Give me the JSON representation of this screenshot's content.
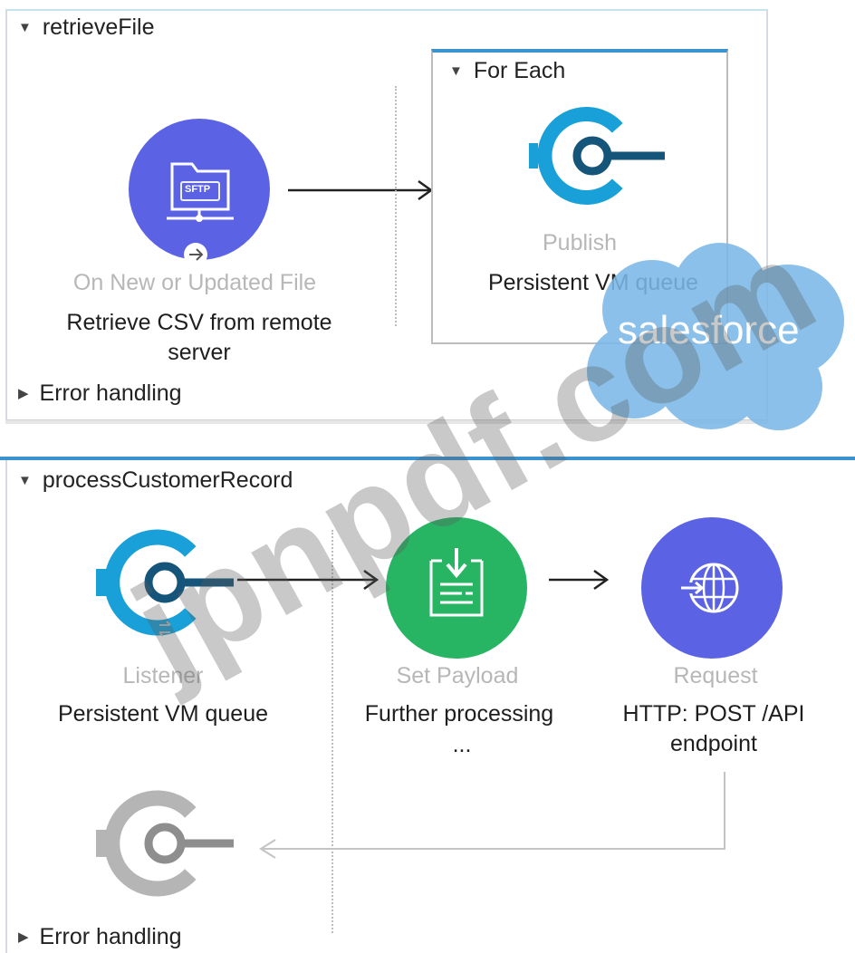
{
  "flows": {
    "retrieve": {
      "title": "retrieveFile",
      "error_label": "Error handling",
      "trigger": {
        "type_label": "On New or Updated File",
        "name": "Retrieve CSV from remote server",
        "icon": "sftp-folder-icon",
        "icon_text": "SFTP",
        "color": "#5b63e4"
      },
      "scope": {
        "title": "For Each"
      },
      "publish": {
        "type_label": "Publish",
        "name": "Persistent VM queue",
        "color": "#1aa0d8"
      }
    },
    "process": {
      "title": "processCustomerRecord",
      "error_label": "Error handling",
      "listener": {
        "type_label": "Listener",
        "name": "Persistent VM queue",
        "color": "#1aa0d8"
      },
      "set_payload": {
        "type_label": "Set Payload",
        "name": "Further processing",
        "ellipsis": "...",
        "color": "#27b564"
      },
      "request": {
        "type_label": "Request",
        "name": "HTTP: POST /API endpoint",
        "color": "#5b63e4"
      }
    }
  },
  "watermark": {
    "site": "jpnpdf.com",
    "brand": "salesforce"
  }
}
